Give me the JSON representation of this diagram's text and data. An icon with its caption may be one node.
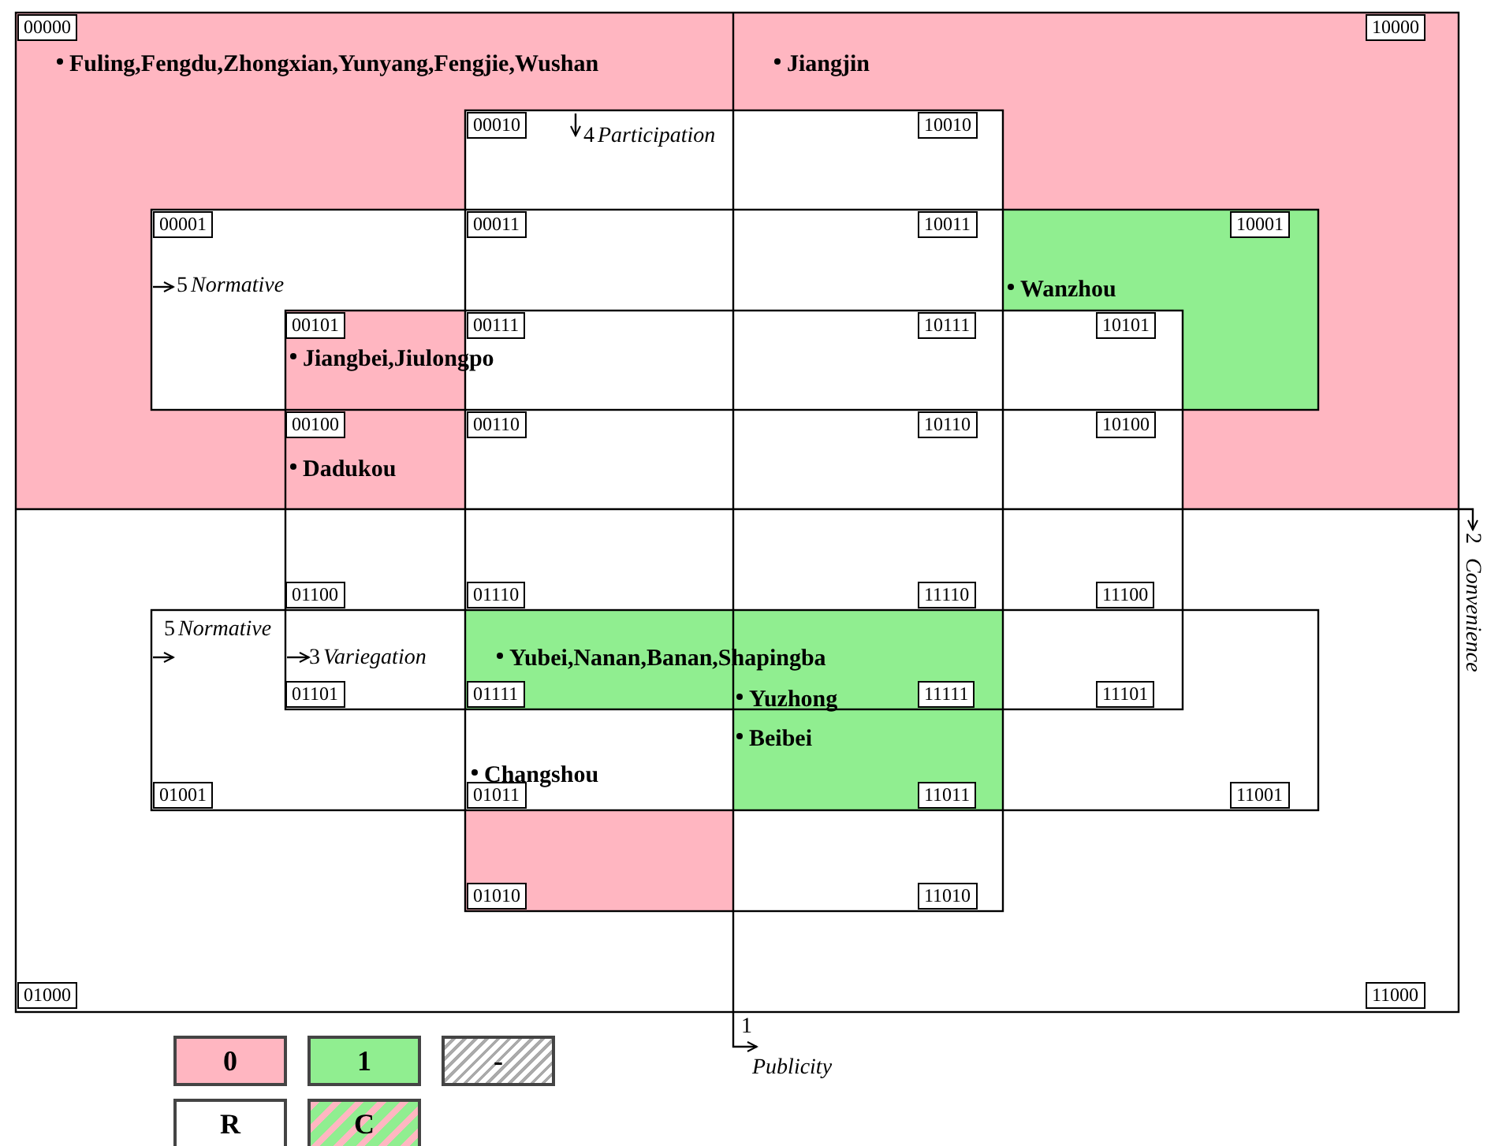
{
  "diagram": {
    "nodes": [
      {
        "text": [
          "00000"
        ]
      },
      {
        "text": [
          "10000"
        ]
      },
      {
        "text": [
          "00010"
        ]
      },
      {
        "text": [
          "10010"
        ]
      },
      {
        "text": [
          "00001"
        ]
      },
      {
        "text": [
          "00011"
        ]
      },
      {
        "text": [
          "10011"
        ]
      },
      {
        "text": [
          "10001"
        ]
      },
      {
        "text": [
          "00101"
        ]
      },
      {
        "text": [
          "00111"
        ]
      },
      {
        "text": [
          "10111"
        ]
      },
      {
        "text": [
          "10101"
        ]
      },
      {
        "text": [
          "00100"
        ]
      },
      {
        "text": [
          "00110"
        ]
      },
      {
        "text": [
          "10110"
        ]
      },
      {
        "text": [
          "10100"
        ]
      },
      {
        "text": [
          "01100"
        ]
      },
      {
        "text": [
          "01110"
        ]
      },
      {
        "text": [
          "11110"
        ]
      },
      {
        "text": [
          "11100"
        ]
      },
      {
        "text": [
          "01101"
        ]
      },
      {
        "text": [
          "01111"
        ]
      },
      {
        "text": [
          "11111"
        ]
      },
      {
        "text": [
          "11101"
        ]
      },
      {
        "text": [
          "01001"
        ]
      },
      {
        "text": [
          "01011"
        ]
      },
      {
        "text": [
          "11011"
        ]
      },
      {
        "text": [
          "11001"
        ]
      },
      {
        "text": [
          "01010"
        ]
      },
      {
        "text": [
          "11010"
        ]
      },
      {
        "text": [
          "01000"
        ]
      },
      {
        "text": [
          "11000"
        ]
      }
    ],
    "labels": [
      "Fuling,Fengdu,Zhongxian,Yunyang,Fengjie,Wushan",
      "Jiangjin",
      "4",
      "Participation",
      "5",
      "Normative",
      "Wanzhou",
      "Jiangbei,Jiulongpo",
      "Dadukou",
      "2",
      "Convenience",
      "5",
      "Normative",
      "3",
      "Variegation",
      "Yubei,Nanan,Banan,Shapingba",
      "Yuzhong",
      "Beibei",
      "Changshou",
      "1",
      "Publicity"
    ],
    "legend": [
      {
        "text": "0",
        "color": "#ffb6c1"
      },
      {
        "text": "1",
        "color": "#90ee90"
      },
      {
        "text": "-"
      },
      {
        "text": "R",
        "color": "#ffffff"
      },
      {
        "text": "C"
      }
    ]
  }
}
